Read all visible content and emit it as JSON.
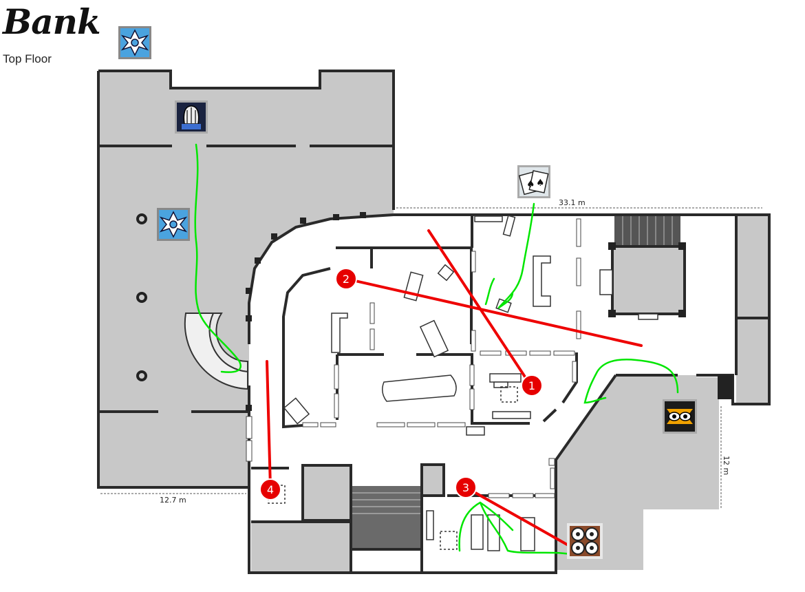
{
  "map_name": "Bank",
  "floor_label": "Top Floor",
  "measurements": {
    "top_width": "33.1 m",
    "right_height": "12 m",
    "bottom_left_width": "12.7 m"
  },
  "markers": [
    {
      "label": "1"
    },
    {
      "label": "2"
    },
    {
      "label": "3"
    },
    {
      "label": "4"
    }
  ],
  "operator_icons": [
    "jager-icon",
    "valkyrie-icon",
    "maestro-icon",
    "mira-icon",
    "echo-icon",
    "mozzie-icon"
  ],
  "colors": {
    "wall": "#2a2a2a",
    "exterior_fill": "#c8c8c8",
    "stair_fill": "#555555",
    "route_line": "#00e600",
    "sightline": "#ee0000",
    "marker_fill": "#e60000"
  }
}
